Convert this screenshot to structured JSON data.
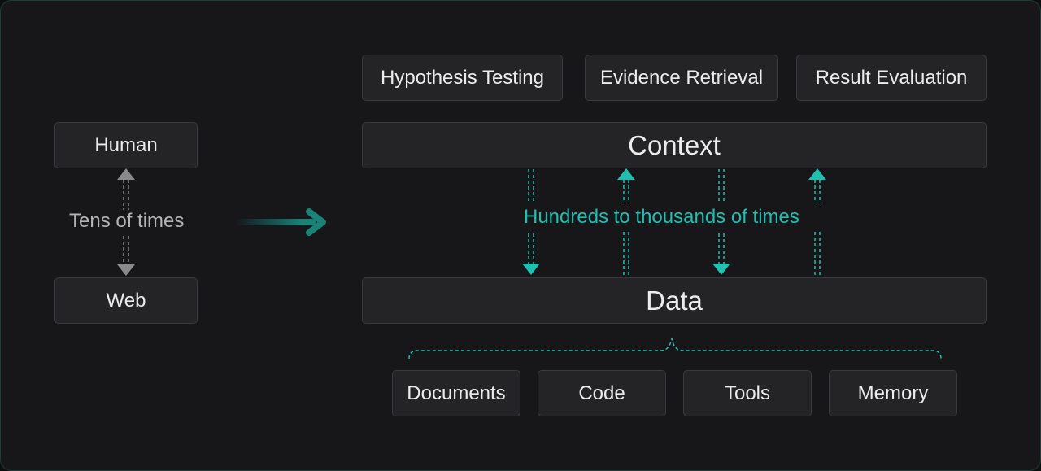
{
  "left": {
    "top_box": "Human",
    "bottom_box": "Web",
    "label": "Tens of times"
  },
  "right": {
    "actions": [
      "Hypothesis Testing",
      "Evidence Retrieval",
      "Result Evaluation"
    ],
    "context": "Context",
    "data": "Data",
    "label": "Hundreds to thousands of times",
    "sources": [
      "Documents",
      "Code",
      "Tools",
      "Memory"
    ]
  },
  "colors": {
    "background": "#17171a",
    "box": "#242427",
    "accent_teal": "#21bfb0",
    "arrow_gray": "#8a8a8a"
  }
}
